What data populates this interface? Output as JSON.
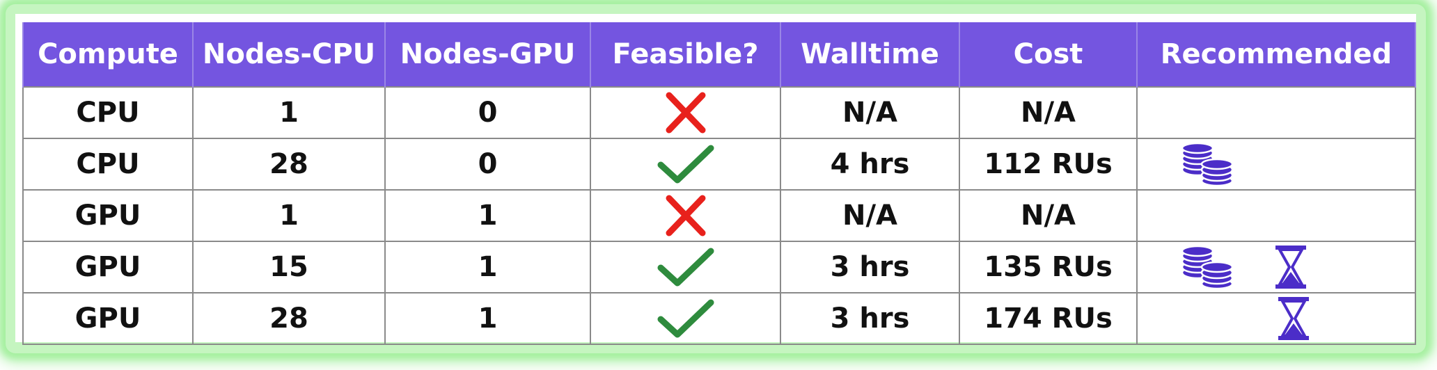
{
  "table": {
    "headers": [
      "Compute",
      "Nodes-CPU",
      "Nodes-GPU",
      "Feasible?",
      "Walltime",
      "Cost",
      "Recommended"
    ],
    "rows": [
      {
        "compute": "CPU",
        "nodes_cpu": "1",
        "nodes_gpu": "0",
        "feasible": "no",
        "walltime": "N/A",
        "cost": "N/A",
        "recommended": []
      },
      {
        "compute": "CPU",
        "nodes_cpu": "28",
        "nodes_gpu": "0",
        "feasible": "yes",
        "walltime": "4 hrs",
        "cost": "112 RUs",
        "recommended": [
          "coins-icon"
        ]
      },
      {
        "compute": "GPU",
        "nodes_cpu": "1",
        "nodes_gpu": "1",
        "feasible": "no",
        "walltime": "N/A",
        "cost": "N/A",
        "recommended": []
      },
      {
        "compute": "GPU",
        "nodes_cpu": "15",
        "nodes_gpu": "1",
        "feasible": "yes",
        "walltime": "3 hrs",
        "cost": "135 RUs",
        "recommended": [
          "coins-icon",
          "hourglass-icon"
        ]
      },
      {
        "compute": "GPU",
        "nodes_cpu": "28",
        "nodes_gpu": "1",
        "feasible": "yes",
        "walltime": "3 hrs",
        "cost": "174 RUs",
        "recommended": [
          "hourglass-icon"
        ]
      }
    ]
  },
  "colors": {
    "header_bg": "#7455e0",
    "glow_border": "#a6f0a0",
    "check": "#2e8b3d",
    "cross": "#e8211c",
    "icon_purple": "#4b2dc8"
  }
}
